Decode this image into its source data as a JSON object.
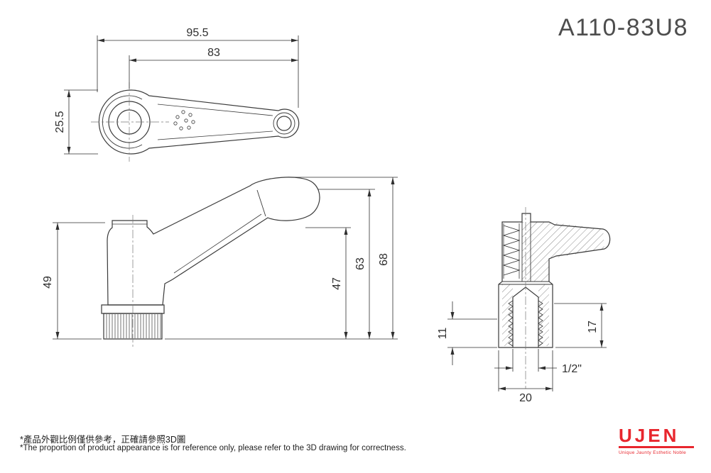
{
  "title": "A110-83U8",
  "dims": {
    "len_overall": "95.5",
    "len_arm": "83",
    "boss_width": "25.5",
    "body_height": "49",
    "h47": "47",
    "h63": "63",
    "h68": "68",
    "d11": "11",
    "d17": "17",
    "d20": "20",
    "thread": "1/2\""
  },
  "footer": {
    "note_zh": "*產品外觀比例僅供參考，正確請參照3D圖",
    "note_en": "*The proportion of product appearance is for reference only, please refer to the 3D drawing for correctness."
  },
  "logo": {
    "name": "UJEN",
    "tagline": "Unique Jaunty Esthetic Noble",
    "color": "#e8262d"
  }
}
